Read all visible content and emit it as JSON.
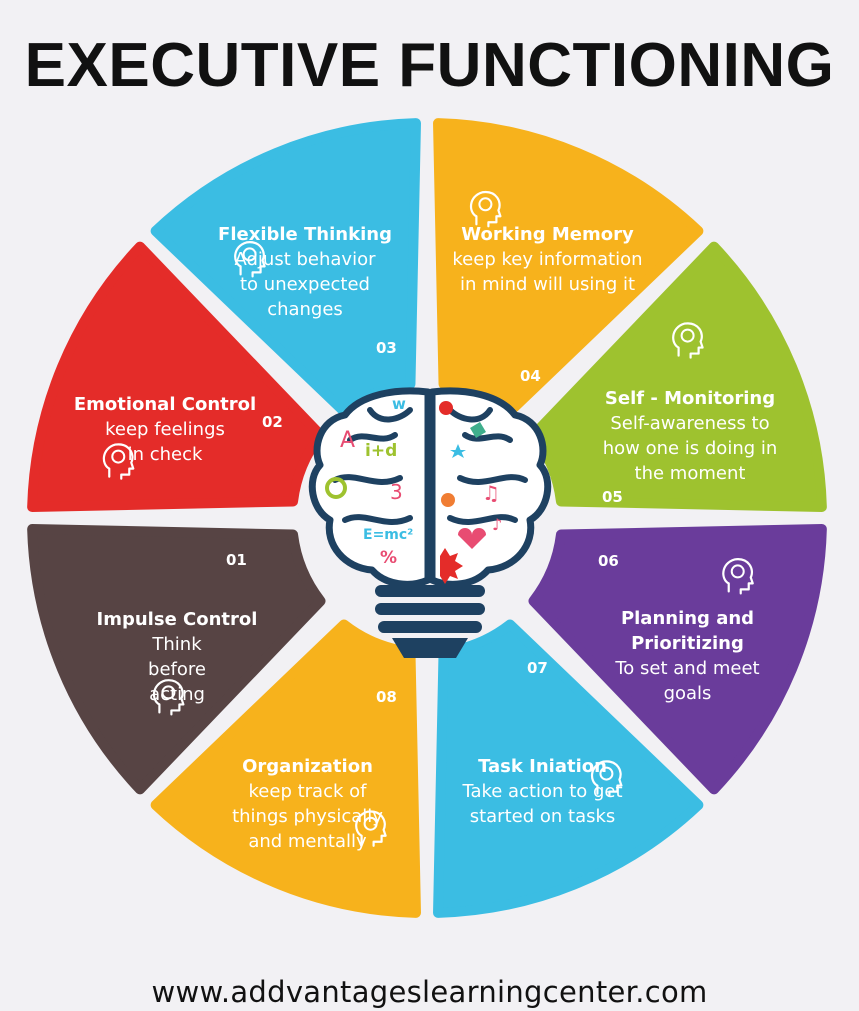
{
  "title": "EXECUTIVE FUNCTIONING",
  "footer": "www.addvantageslearningcenter.com",
  "segments": [
    {
      "id": "flexible-thinking",
      "number": "03",
      "title": "Flexible Thinking",
      "desc": "Adjust behavior to unexpected changes",
      "color": "#3bbde3",
      "icon": "head-brain-icon"
    },
    {
      "id": "working-memory",
      "number": "04",
      "title": "Working Memory",
      "desc": "keep key information in mind will using it",
      "color": "#f7b21c",
      "icon": "head-brain-icon"
    },
    {
      "id": "self-monitoring",
      "number": "05",
      "title": "Self - Monitoring",
      "desc": "Self-awareness to how one is doing in the moment",
      "color": "#9ec22f",
      "icon": "monitor-person-icon"
    },
    {
      "id": "planning-prioritizing",
      "number": "06",
      "title": "Planning and Prioritizing",
      "desc": "To set and meet goals",
      "color": "#6a3c9b",
      "icon": "head-lightbulb-icon"
    },
    {
      "id": "task-initiation",
      "number": "07",
      "title": "Task Iniation",
      "desc": "Take action to get started on tasks",
      "color": "#3bbde3",
      "icon": "lightbulb-brain-icon"
    },
    {
      "id": "organization",
      "number": "08",
      "title": "Organization",
      "desc": "keep track of things physically and mentally",
      "color": "#f7b21c",
      "icon": "brain-icon"
    },
    {
      "id": "impulse-control",
      "number": "01",
      "title": "Impulse Control",
      "desc": "Think before acting",
      "color": "#574444",
      "icon": "head-gears-icon"
    },
    {
      "id": "emotional-control",
      "number": "02",
      "title": "Emotional Control",
      "desc": "keep feelings in check",
      "color": "#e42c29",
      "icon": "head-emotions-icon"
    }
  ],
  "center": {
    "icon": "brain-lightbulb-icon",
    "doodles": [
      "A",
      "w",
      "i+d",
      "3",
      "E=mc²",
      "%"
    ]
  }
}
